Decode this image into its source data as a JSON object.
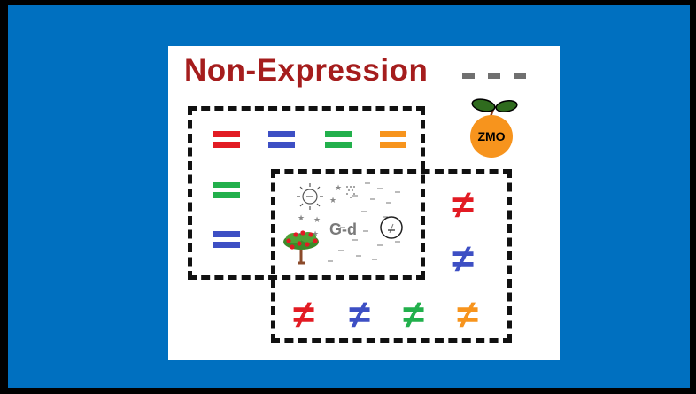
{
  "slide": {
    "title": "Non-Expression",
    "logo_text": "ZMO",
    "center_label": "G-d"
  },
  "colors": {
    "background": "#0070c0",
    "title": "#a51d1d",
    "red": "#e21b23",
    "blue": "#3d4fc4",
    "green": "#22b04c",
    "orange": "#f7941d",
    "logo_orange": "#f7941d",
    "leaf": "#2f6b1e"
  },
  "symbols": {
    "equals": [
      "red",
      "blue",
      "green",
      "orange",
      "green",
      "blue"
    ],
    "not_equals": [
      "red",
      "blue",
      "red",
      "blue",
      "green",
      "orange"
    ]
  }
}
